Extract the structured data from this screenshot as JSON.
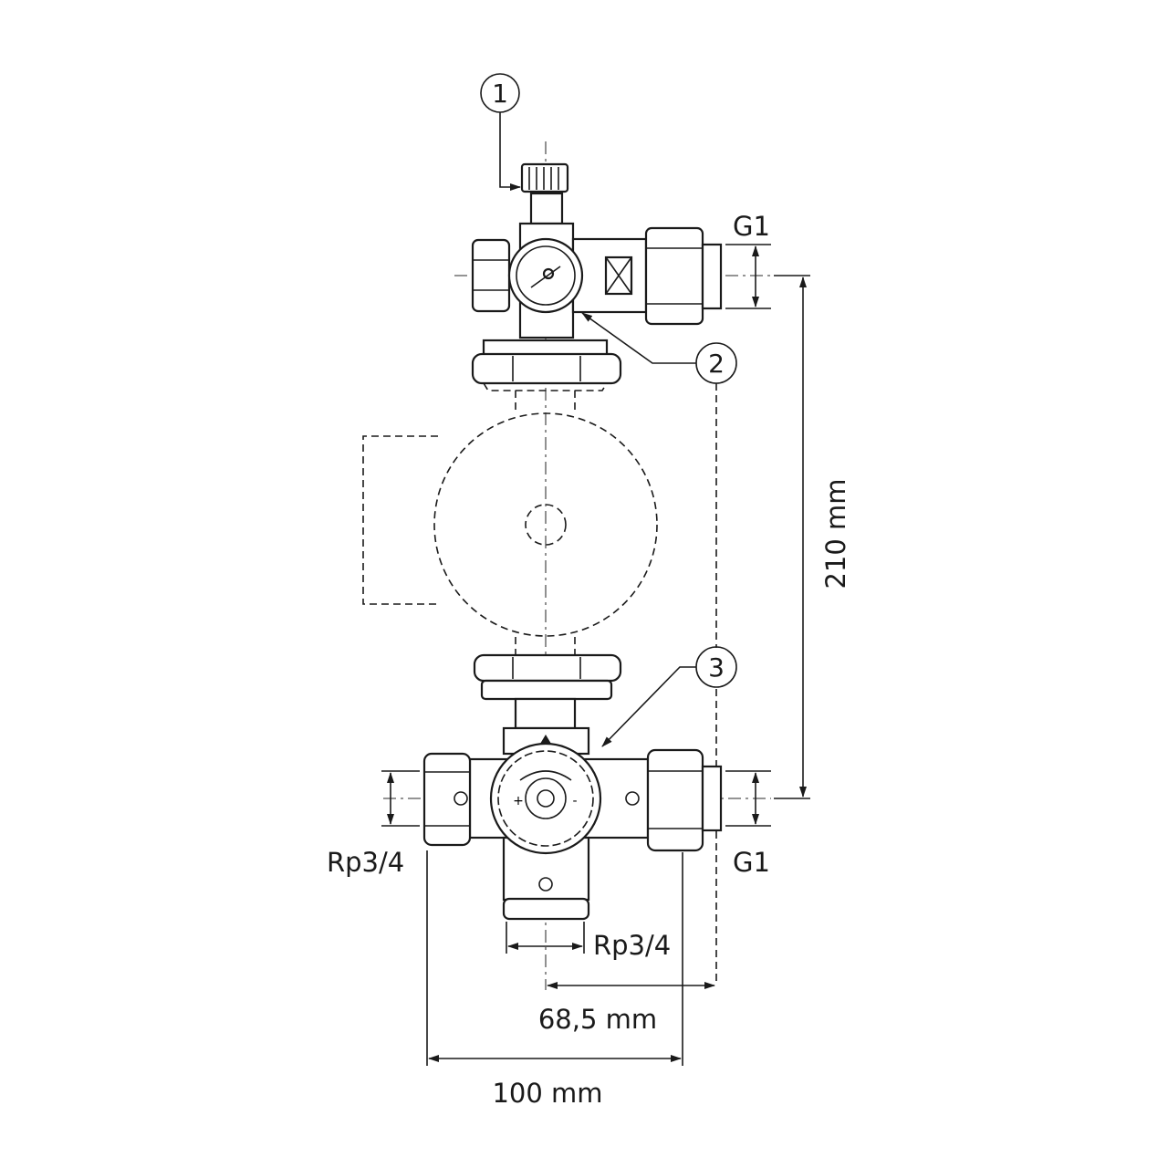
{
  "callouts": [
    "1",
    "2",
    "3"
  ],
  "labels": {
    "top_outlet_thread": "G1",
    "bottom_outlet_thread": "G1",
    "inlet_thread": "Rp3/4",
    "bottom_port_thread": "Rp3/4"
  },
  "dimensions": {
    "height": "210 mm",
    "offset": "68,5 mm",
    "width": "100 mm"
  },
  "colors": {
    "line": "#1a1a1a",
    "background": "#ffffff"
  }
}
